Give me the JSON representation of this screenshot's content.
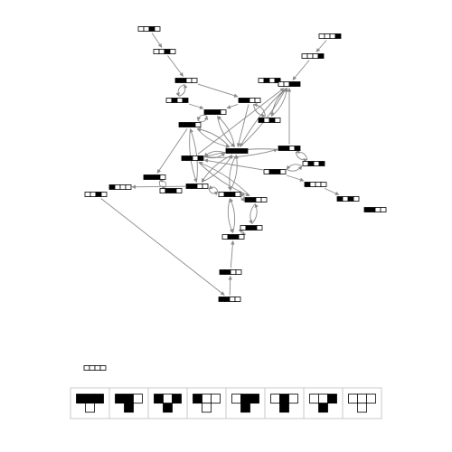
{
  "colors": {
    "cell_on": "#000000",
    "cell_off": "#ffffff",
    "edge": "#8a8a8a",
    "legend_frame": "#c9c9c9"
  },
  "nodes": [
    {
      "id": "n1",
      "pattern": [
        0,
        0,
        1,
        0
      ]
    },
    {
      "id": "n2",
      "pattern": [
        0,
        0,
        1,
        0
      ]
    },
    {
      "id": "n3",
      "pattern": [
        0,
        0,
        0,
        1
      ]
    },
    {
      "id": "n4",
      "pattern": [
        0,
        0,
        0,
        1
      ]
    },
    {
      "id": "n5",
      "pattern": [
        1,
        1,
        0,
        0
      ]
    },
    {
      "id": "n6",
      "pattern": [
        0,
        1,
        0,
        1
      ]
    },
    {
      "id": "n7",
      "pattern": [
        0,
        1,
        0,
        1
      ]
    },
    {
      "id": "n8",
      "pattern": [
        0,
        0,
        1,
        1
      ]
    },
    {
      "id": "n9",
      "pattern": [
        1,
        1,
        0,
        0
      ]
    },
    {
      "id": "n10",
      "pattern": [
        1,
        1,
        1,
        0
      ]
    },
    {
      "id": "n11",
      "pattern": [
        1,
        0,
        1,
        0
      ]
    },
    {
      "id": "n12",
      "pattern": [
        1,
        1,
        1,
        1
      ]
    },
    {
      "id": "n13",
      "pattern": [
        1,
        1,
        0,
        1
      ]
    },
    {
      "id": "n14",
      "pattern": [
        0,
        1,
        0,
        1
      ]
    },
    {
      "id": "n15",
      "pattern": [
        1,
        1,
        1,
        0
      ]
    },
    {
      "id": "n16",
      "pattern": [
        1,
        1,
        0,
        1
      ]
    },
    {
      "id": "n17",
      "pattern": [
        1,
        1,
        1,
        0
      ]
    },
    {
      "id": "n18",
      "pattern": [
        0,
        1,
        1,
        0
      ]
    },
    {
      "id": "n19",
      "pattern": [
        1,
        1,
        0,
        0
      ]
    },
    {
      "id": "n20",
      "pattern": [
        1,
        0,
        0,
        0
      ]
    },
    {
      "id": "n21",
      "pattern": [
        0,
        1,
        1,
        0
      ]
    },
    {
      "id": "n22",
      "pattern": [
        1,
        0,
        0,
        0
      ]
    },
    {
      "id": "n23",
      "pattern": [
        1,
        1,
        0,
        0
      ]
    },
    {
      "id": "n24",
      "pattern": [
        0,
        1,
        1,
        0
      ]
    },
    {
      "id": "n25",
      "pattern": [
        1,
        0,
        1,
        0
      ]
    },
    {
      "id": "n26",
      "pattern": [
        0,
        1,
        1,
        0
      ]
    },
    {
      "id": "n27",
      "pattern": [
        0,
        1,
        1,
        0
      ]
    },
    {
      "id": "n28",
      "pattern": [
        1,
        1,
        0,
        0
      ]
    },
    {
      "id": "n29",
      "pattern": [
        1,
        1,
        0,
        0
      ]
    },
    {
      "id": "n30",
      "pattern": [
        0,
        0,
        1,
        0
      ]
    },
    {
      "id": "n31",
      "pattern": [
        1,
        1,
        0,
        0
      ]
    },
    {
      "id": "n32",
      "pattern": [
        0,
        0,
        0,
        0
      ]
    }
  ],
  "edges": [
    [
      "n1",
      "n2"
    ],
    [
      "n2",
      "n5"
    ],
    [
      "n5",
      "n6"
    ],
    [
      "n6",
      "n5"
    ],
    [
      "n5",
      "n9"
    ],
    [
      "n6",
      "n10"
    ],
    [
      "n10",
      "n12"
    ],
    [
      "n12",
      "n10"
    ],
    [
      "n9",
      "n12"
    ],
    [
      "n9",
      "n10"
    ],
    [
      "n11",
      "n9"
    ],
    [
      "n9",
      "n11"
    ],
    [
      "n3",
      "n4"
    ],
    [
      "n4",
      "n8"
    ],
    [
      "n7",
      "n8"
    ],
    [
      "n8",
      "n7"
    ],
    [
      "n8",
      "n12"
    ],
    [
      "n12",
      "n8"
    ],
    [
      "n8",
      "n11"
    ],
    [
      "n11",
      "n8"
    ],
    [
      "n10",
      "n15"
    ],
    [
      "n15",
      "n10"
    ],
    [
      "n15",
      "n12"
    ],
    [
      "n12",
      "n15"
    ],
    [
      "n15",
      "n19"
    ],
    [
      "n19",
      "n15"
    ],
    [
      "n15",
      "n17"
    ],
    [
      "n17",
      "n18"
    ],
    [
      "n18",
      "n17"
    ],
    [
      "n19",
      "n20"
    ],
    [
      "n16",
      "n12"
    ],
    [
      "n12",
      "n16"
    ],
    [
      "n16",
      "n8"
    ],
    [
      "n16",
      "n23"
    ],
    [
      "n23",
      "n16"
    ],
    [
      "n13",
      "n8"
    ],
    [
      "n13",
      "n16"
    ],
    [
      "n16",
      "n13"
    ],
    [
      "n13",
      "n14"
    ],
    [
      "n14",
      "n13"
    ],
    [
      "n14",
      "n21"
    ],
    [
      "n21",
      "n14"
    ],
    [
      "n21",
      "n16"
    ],
    [
      "n21",
      "n22"
    ],
    [
      "n22",
      "n25"
    ],
    [
      "n12",
      "n19"
    ],
    [
      "n19",
      "n12"
    ],
    [
      "n12",
      "n24"
    ],
    [
      "n24",
      "n12"
    ],
    [
      "n19",
      "n24"
    ],
    [
      "n24",
      "n19"
    ],
    [
      "n24",
      "n23"
    ],
    [
      "n23",
      "n24"
    ],
    [
      "n23",
      "n26"
    ],
    [
      "n26",
      "n23"
    ],
    [
      "n26",
      "n27"
    ],
    [
      "n27",
      "n26"
    ],
    [
      "n24",
      "n27"
    ],
    [
      "n27",
      "n24"
    ],
    [
      "n28",
      "n27"
    ],
    [
      "n29",
      "n28"
    ],
    [
      "n30",
      "n29"
    ]
  ],
  "legend": {
    "entries": [
      [
        1,
        1,
        1,
        0
      ],
      [
        1,
        1,
        0,
        1
      ],
      [
        1,
        0,
        1,
        1
      ],
      [
        1,
        0,
        0,
        0
      ],
      [
        0,
        1,
        1,
        1
      ],
      [
        0,
        1,
        0,
        1
      ],
      [
        0,
        0,
        1,
        1
      ],
      [
        0,
        0,
        0,
        0
      ]
    ]
  }
}
